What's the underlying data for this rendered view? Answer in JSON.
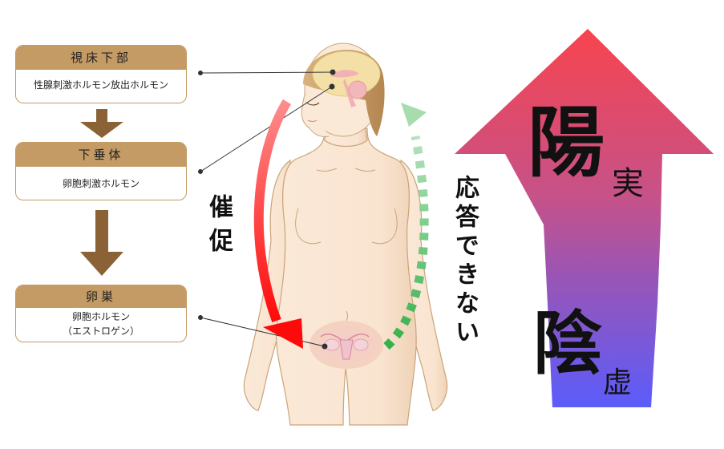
{
  "boxes": [
    {
      "title": "視床下部",
      "body_lines": [
        "性腺刺激ホルモン放出ホルモン"
      ]
    },
    {
      "title": "下垂体",
      "body_lines": [
        "卵胞刺激ホルモン"
      ]
    },
    {
      "title": "卵巣",
      "body_lines": [
        "卵胞ホルモン",
        "（エストロゲン）"
      ]
    }
  ],
  "labels": {
    "stimulate": "催促",
    "no_response": "応答できない"
  },
  "yin_yang_arrow": {
    "yang": "陽",
    "excess": "実",
    "yin": "陰",
    "deficiency": "虚",
    "gradient_top": "#f7444e",
    "gradient_bottom": "#5b5cfb"
  },
  "colors": {
    "box_header": "#c49a65",
    "flow_arrow": "#8a6236",
    "stimulate_arrow": "#ff1010",
    "response_arrow": "#3cb54a"
  }
}
